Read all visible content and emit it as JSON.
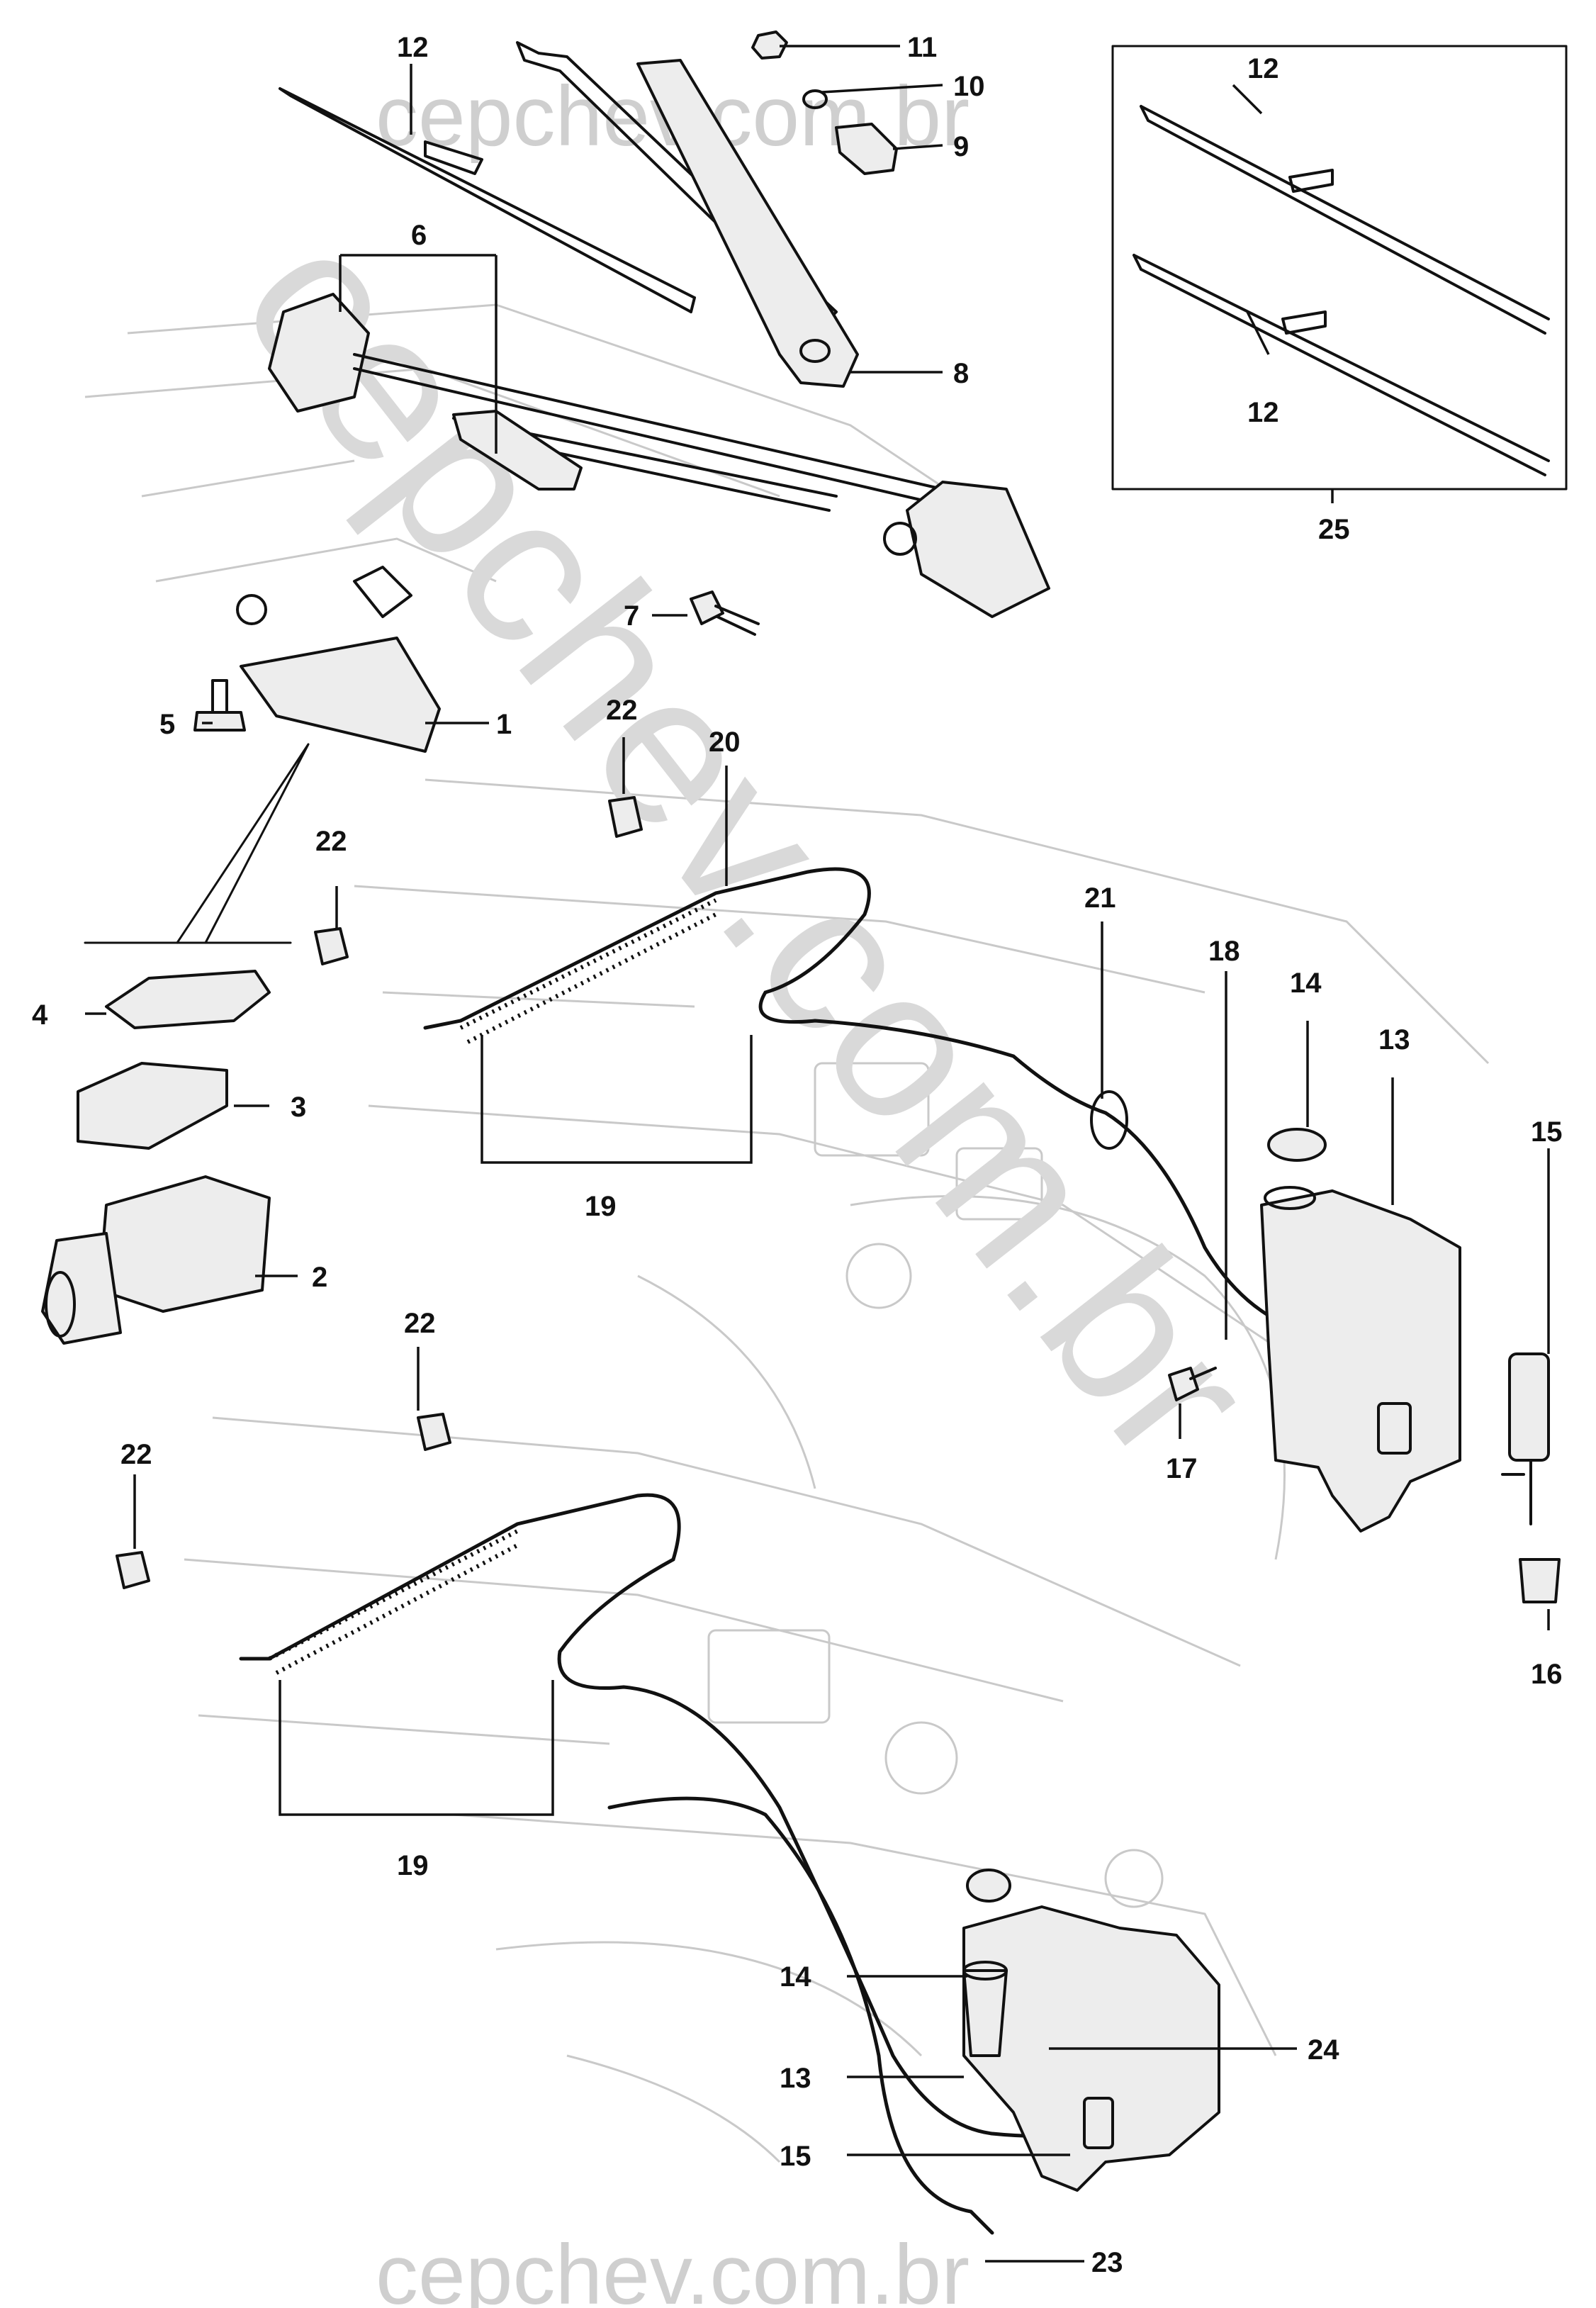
{
  "watermark": {
    "top": "cepchev.com.br",
    "bottom": "cepchev.com.br",
    "diagonal": "cepchev.com.br"
  },
  "callouts": {
    "c1": "1",
    "c2": "2",
    "c3": "3",
    "c4": "4",
    "c5": "5",
    "c6": "6",
    "c7": "7",
    "c8": "8",
    "c9": "9",
    "c10": "10",
    "c11": "11",
    "c12a": "12",
    "c12b": "12",
    "c12c": "12",
    "c13a": "13",
    "c13b": "13",
    "c14a": "14",
    "c14b": "14",
    "c15a": "15",
    "c15b": "15",
    "c16": "16",
    "c17": "17",
    "c18": "18",
    "c19a": "19",
    "c19b": "19",
    "c20": "20",
    "c21": "21",
    "c22a": "22",
    "c22b": "22",
    "c22c": "22",
    "c22d": "22",
    "c23": "23",
    "c24": "24",
    "c25": "25"
  },
  "colors": {
    "line": "#111111",
    "body_outline": "#c9c9c9",
    "watermark": "#cfcfcf"
  }
}
